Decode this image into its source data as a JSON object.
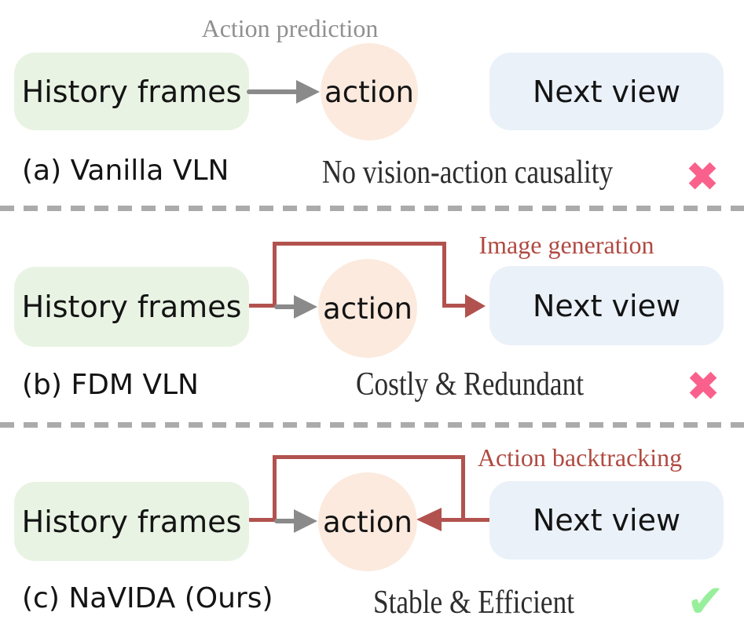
{
  "figure": {
    "rows": [
      {
        "caption": "(a) Vanilla VLN",
        "flow_label": "Action prediction",
        "history_box": "History frames",
        "action_node": "action",
        "next_view_box": "Next view",
        "note": "No vision-action causality",
        "verdict": "cross"
      },
      {
        "caption": "(b) FDM VLN",
        "flow_label": "Image generation",
        "history_box": "History frames",
        "action_node": "action",
        "next_view_box": "Next view",
        "note": "Costly & Redundant",
        "verdict": "cross"
      },
      {
        "caption": "(c) NaVIDA (Ours)",
        "flow_label": "Action backtracking",
        "history_box": "History frames",
        "action_node": "action",
        "next_view_box": "Next view",
        "note": "Stable & Efficient",
        "verdict": "check"
      }
    ],
    "icons": {
      "cross": "✖",
      "check": "✔"
    },
    "colors": {
      "history_box_fill": "#e9f3e3",
      "next_view_box_fill": "#ebf1f9",
      "action_circle_fill": "#fceade",
      "gray_arrow": "#8a8a8a",
      "red_arrow": "#b2524e",
      "red_label_text": "#b04a42",
      "gray_label_text": "#909090",
      "cross_mark": "#f9618c",
      "check_mark": "#98ef9b",
      "divider": "#ababab"
    }
  }
}
